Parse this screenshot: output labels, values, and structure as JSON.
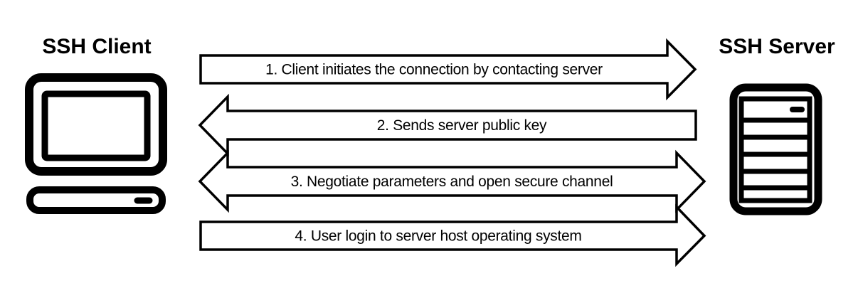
{
  "diagram": {
    "client": {
      "title": "SSH Client"
    },
    "server": {
      "title": "SSH Server"
    },
    "steps": [
      {
        "num": 1,
        "label": "1. Client initiates the connection by contacting server",
        "direction": "right",
        "from": "client",
        "to": "server"
      },
      {
        "num": 2,
        "label": "2. Sends server public key",
        "direction": "left",
        "from": "server",
        "to": "client"
      },
      {
        "num": 3,
        "label": "3. Negotiate parameters and open secure channel",
        "direction": "both",
        "from": "client",
        "to": "server"
      },
      {
        "num": 4,
        "label": "4. User login to server host operating system",
        "direction": "right",
        "from": "client",
        "to": "server"
      }
    ],
    "colors": {
      "line": "#000000",
      "background": "#ffffff"
    }
  }
}
